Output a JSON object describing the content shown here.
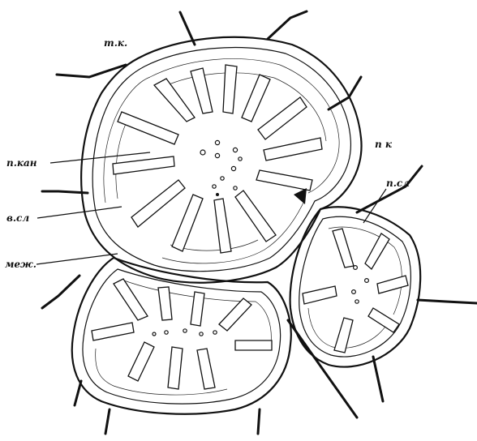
{
  "labels": {
    "top_left": "т.к.",
    "right": "п к",
    "nkan": "п.кан",
    "vsl": "в.сл",
    "psl": "п.сл",
    "mezh": "меж."
  }
}
